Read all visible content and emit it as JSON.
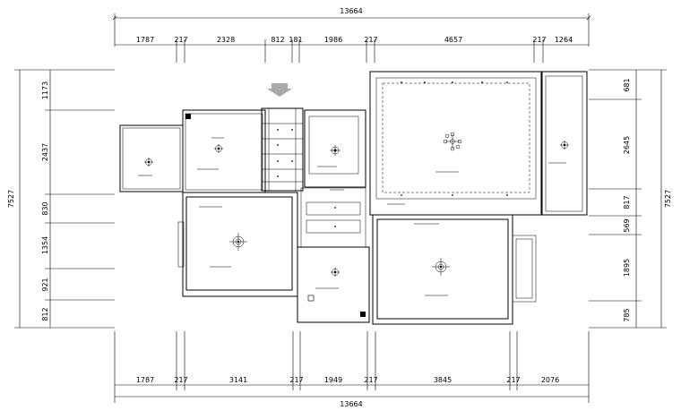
{
  "dimensions": {
    "top_total": "13664",
    "top_segments": [
      "1787",
      "217",
      "2328",
      "812",
      "181",
      "1986",
      "217",
      "4657",
      "217",
      "1264"
    ],
    "bottom_segments": [
      "1787",
      "217",
      "3141",
      "217",
      "1949",
      "217",
      "3845",
      "217",
      "2076"
    ],
    "bottom_total": "13664",
    "left_segments": [
      "1173",
      "2437",
      "830",
      "1354",
      "921",
      "812"
    ],
    "left_total": "7527",
    "right_segments": [
      "681",
      "2645",
      "817",
      "569",
      "1895",
      "785"
    ],
    "right_total": "7527"
  }
}
